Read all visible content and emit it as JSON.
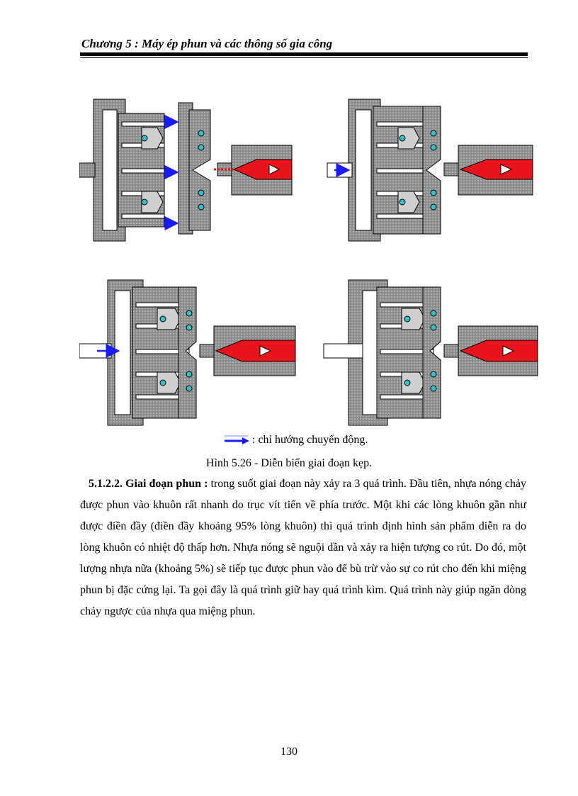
{
  "header": {
    "title": "Chương 5 : Máy ép phun và các thông số gia công"
  },
  "figure": {
    "legend_text": ": chỉ hướng chuyển động.",
    "caption": "Hình 5.26 - Diễn biến giai đoạn kẹp.",
    "colors": {
      "arrow": "#1a1aff",
      "melt": "#e8141c",
      "steel": "#9a9a9a",
      "outline": "#000000",
      "cooling": "#33c0c8"
    }
  },
  "section": {
    "heading": "5.1.2.2. Giai đoạn phun :",
    "body": " trong suốt giai đoạn này xảy ra 3 quá trình. Đầu tiên, nhựa nóng chảy được phun vào khuôn rất nhanh do trục vít tiến về phía trước. Một khi các lòng khuôn gần như được điền đầy (điền đầy khoảng 95% lòng khuôn) thì quá trình định hình sản phẩm diễn ra do lòng khuôn có nhiệt độ thấp hơn. Nhựa nóng sẽ nguội dần và xảy ra hiện tượng co rút. Do đó, một lượng nhựa nữa (khoảng 5%) sẽ tiếp tục được phun vào để bù trừ vào sự co rút cho đến khi miệng phun bị đặc cứng lại. Ta gọi đây là quá trình giữ hay quá trình kìm. Quá trình này giúp ngăn dòng chảy ngược của nhựa qua miệng phun."
  },
  "footer": {
    "page_number": "130"
  }
}
